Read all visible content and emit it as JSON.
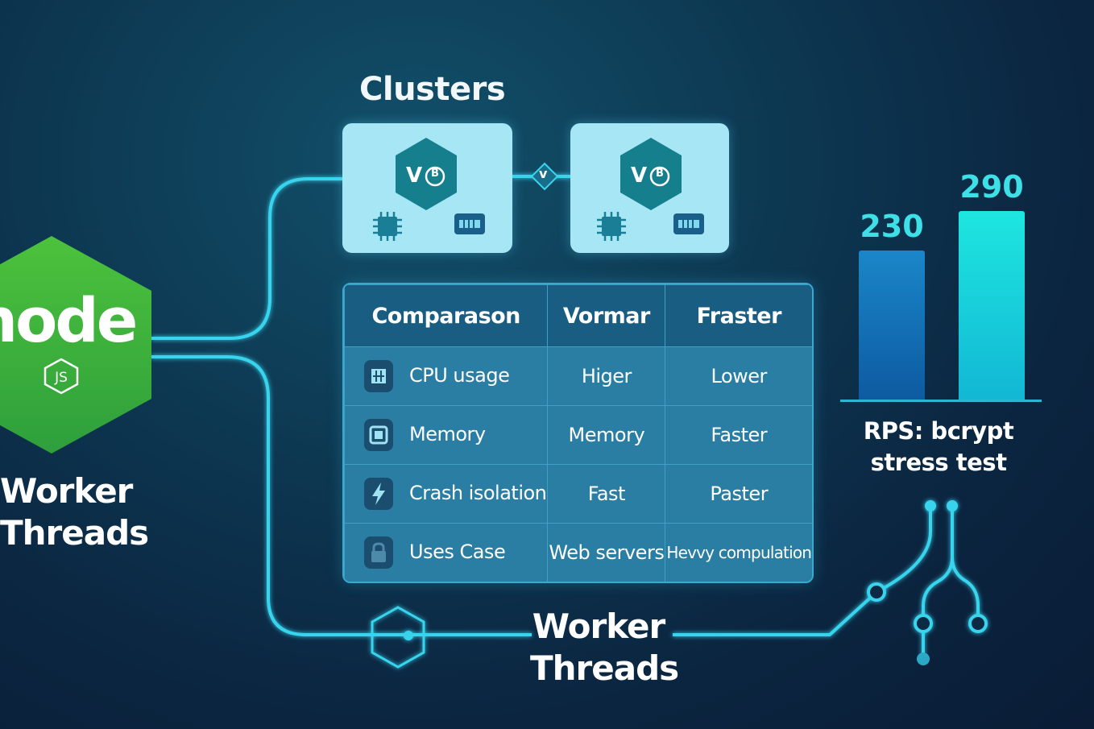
{
  "node_logo": {
    "word": "node",
    "badge": "JS"
  },
  "left_title": [
    "Worker",
    "Threads"
  ],
  "clusters": {
    "title": "Clusters",
    "box_label": "V",
    "box_badge": "B",
    "connector_glyph": "v"
  },
  "table": {
    "headers": [
      "Comparason",
      "Vormar",
      "Fraster"
    ],
    "rows": [
      {
        "icon": "chip-icon",
        "label": "CPU usage",
        "col2": "Higer",
        "col3": "Lower"
      },
      {
        "icon": "memory-icon",
        "label": "Memory",
        "col2": "Memory",
        "col3": "Faster"
      },
      {
        "icon": "lightning-icon",
        "label": "Crash isolation",
        "col2": "Fast",
        "col3": "Paster"
      },
      {
        "icon": "lock-icon",
        "label": "Uses Case",
        "col2": "Web servers",
        "col3": "Hevvy compulation"
      }
    ]
  },
  "chart_data": {
    "type": "bar",
    "categories": [
      "",
      ""
    ],
    "values": [
      230,
      290
    ],
    "data_labels": [
      "230",
      "290"
    ],
    "caption": [
      "RPS: bcrypt",
      "stress test"
    ],
    "colors": [
      "#1a86c9",
      "#1ee6e0"
    ]
  },
  "bottom_title": [
    "Worker",
    "Threads"
  ],
  "colors": {
    "accent": "#3ee0e8",
    "node_green": "#3fb73c",
    "wire": "#3fd6ee"
  }
}
